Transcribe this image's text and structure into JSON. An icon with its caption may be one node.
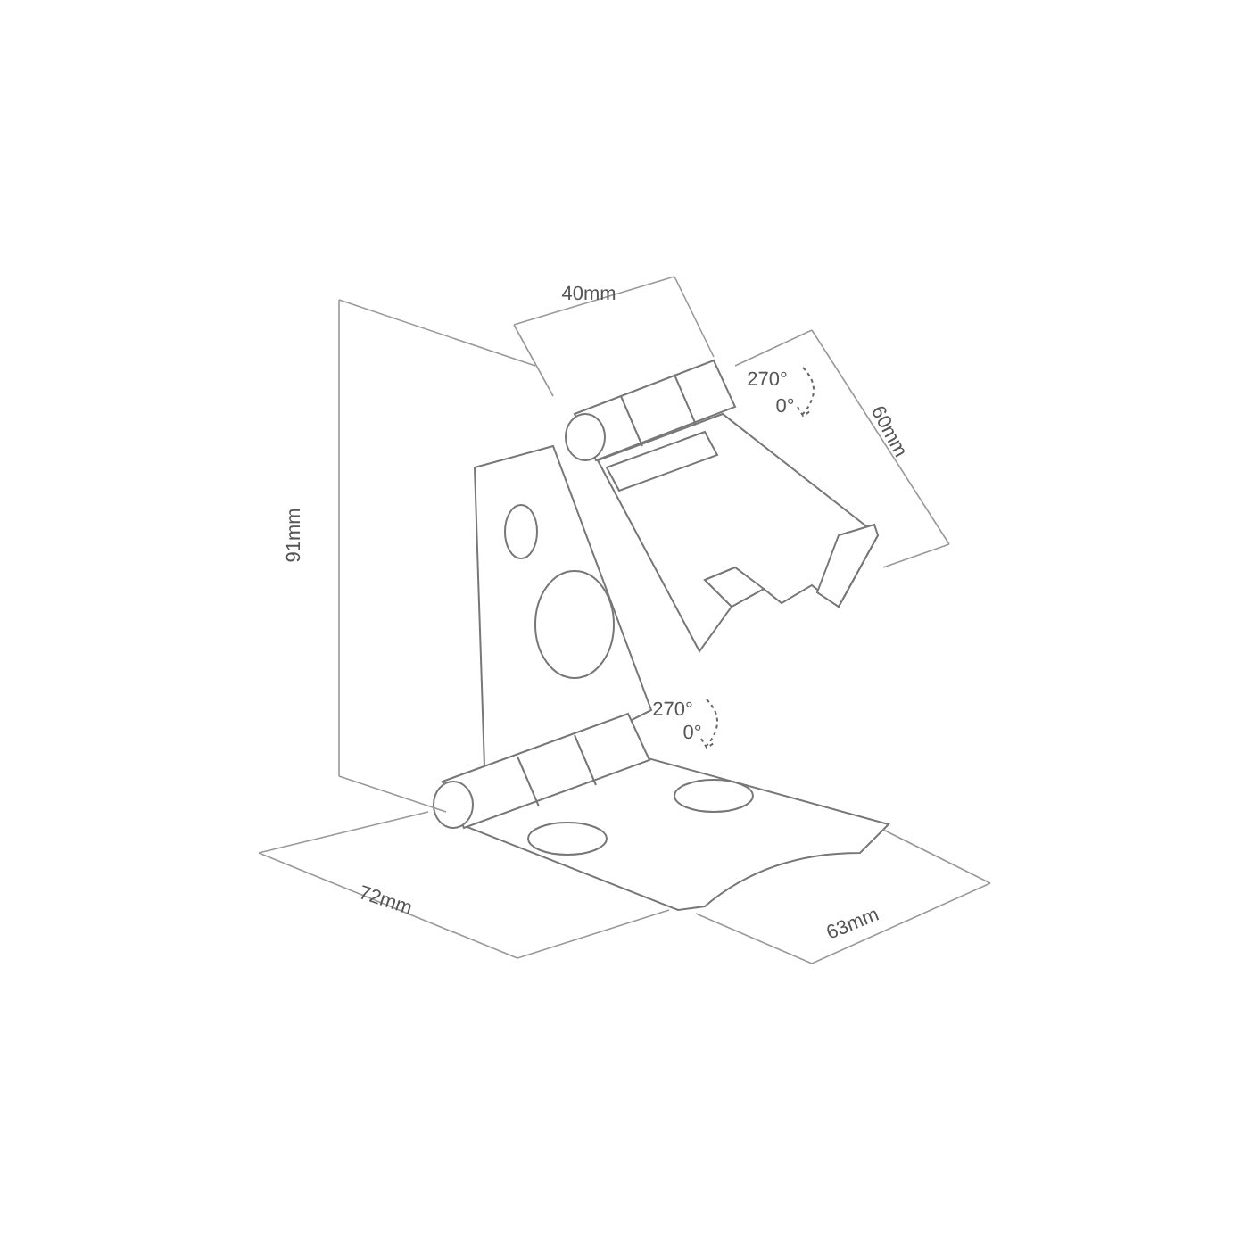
{
  "diagram": {
    "labels": [
      "40mm",
      "270°",
      "0°",
      "60mm",
      "91mm",
      "270°",
      "0°",
      "72mm",
      "63mm"
    ]
  }
}
